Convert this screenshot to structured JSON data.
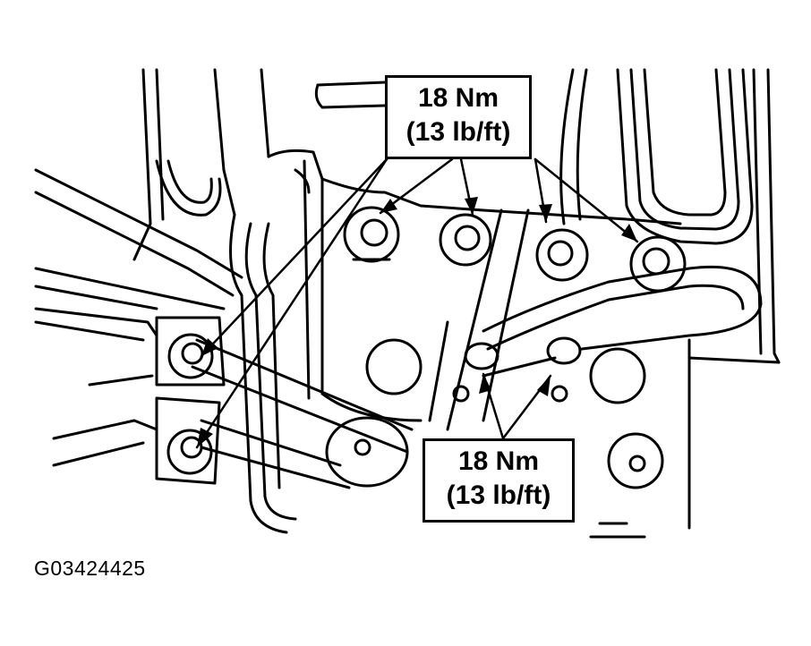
{
  "callouts": [
    {
      "torque_nm": "18 Nm",
      "torque_lbft": "(13 lb/ft)"
    },
    {
      "torque_nm": "18 Nm",
      "torque_lbft": "(13 lb/ft)"
    }
  ],
  "figure_id": "G03424425",
  "colors": {
    "ink": "#000000",
    "paper": "#ffffff"
  }
}
